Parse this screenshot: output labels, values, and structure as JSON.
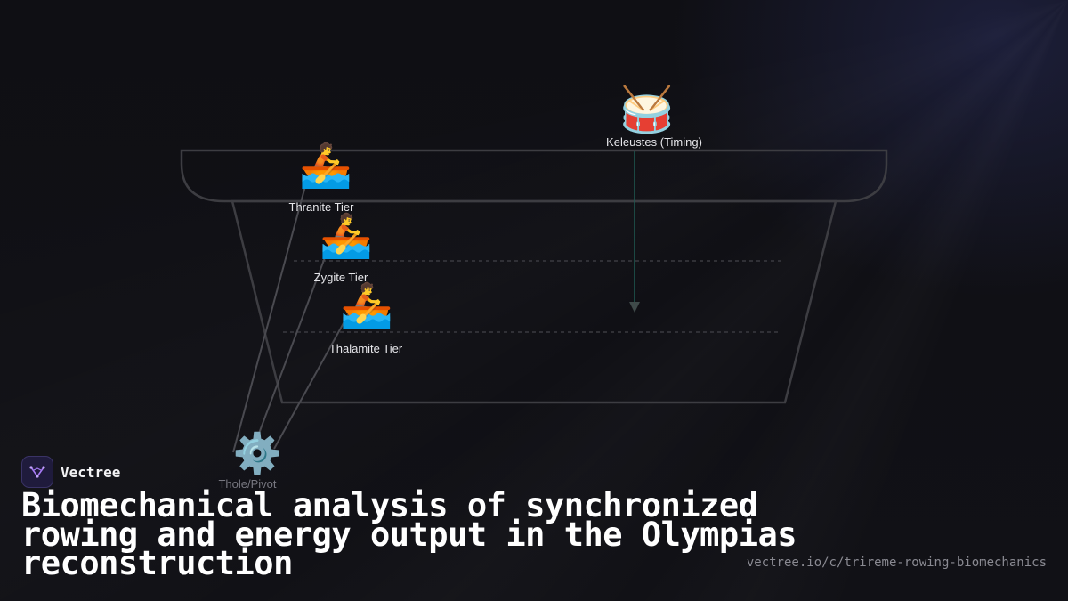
{
  "diagram": {
    "rowers": [
      {
        "icon": "rower-icon",
        "glyph": "🚣",
        "label": "Thranite Tier"
      },
      {
        "icon": "rower-icon",
        "glyph": "🚣",
        "label": "Zygite Tier"
      },
      {
        "icon": "rower-icon",
        "glyph": "🚣",
        "label": "Thalamite Tier"
      }
    ],
    "keleustes": {
      "icon": "drum-icon",
      "glyph": "🥁",
      "label": "Keleustes (Timing)"
    },
    "pivot": {
      "icon": "gear-icon",
      "glyph": "⚙️",
      "label": "Thole/Pivot"
    }
  },
  "brand": {
    "name": "Vectree"
  },
  "title": "Biomechanical analysis of synchronized rowing and energy output in the Olympias reconstruction",
  "url": "vectree.io/c/trireme-rowing-biomechanics",
  "colors": {
    "background": "#0e0e12",
    "hull_stroke": "#3d3d42",
    "timing_line": "#1f5a52",
    "brand_accent": "#8b5cf6"
  }
}
